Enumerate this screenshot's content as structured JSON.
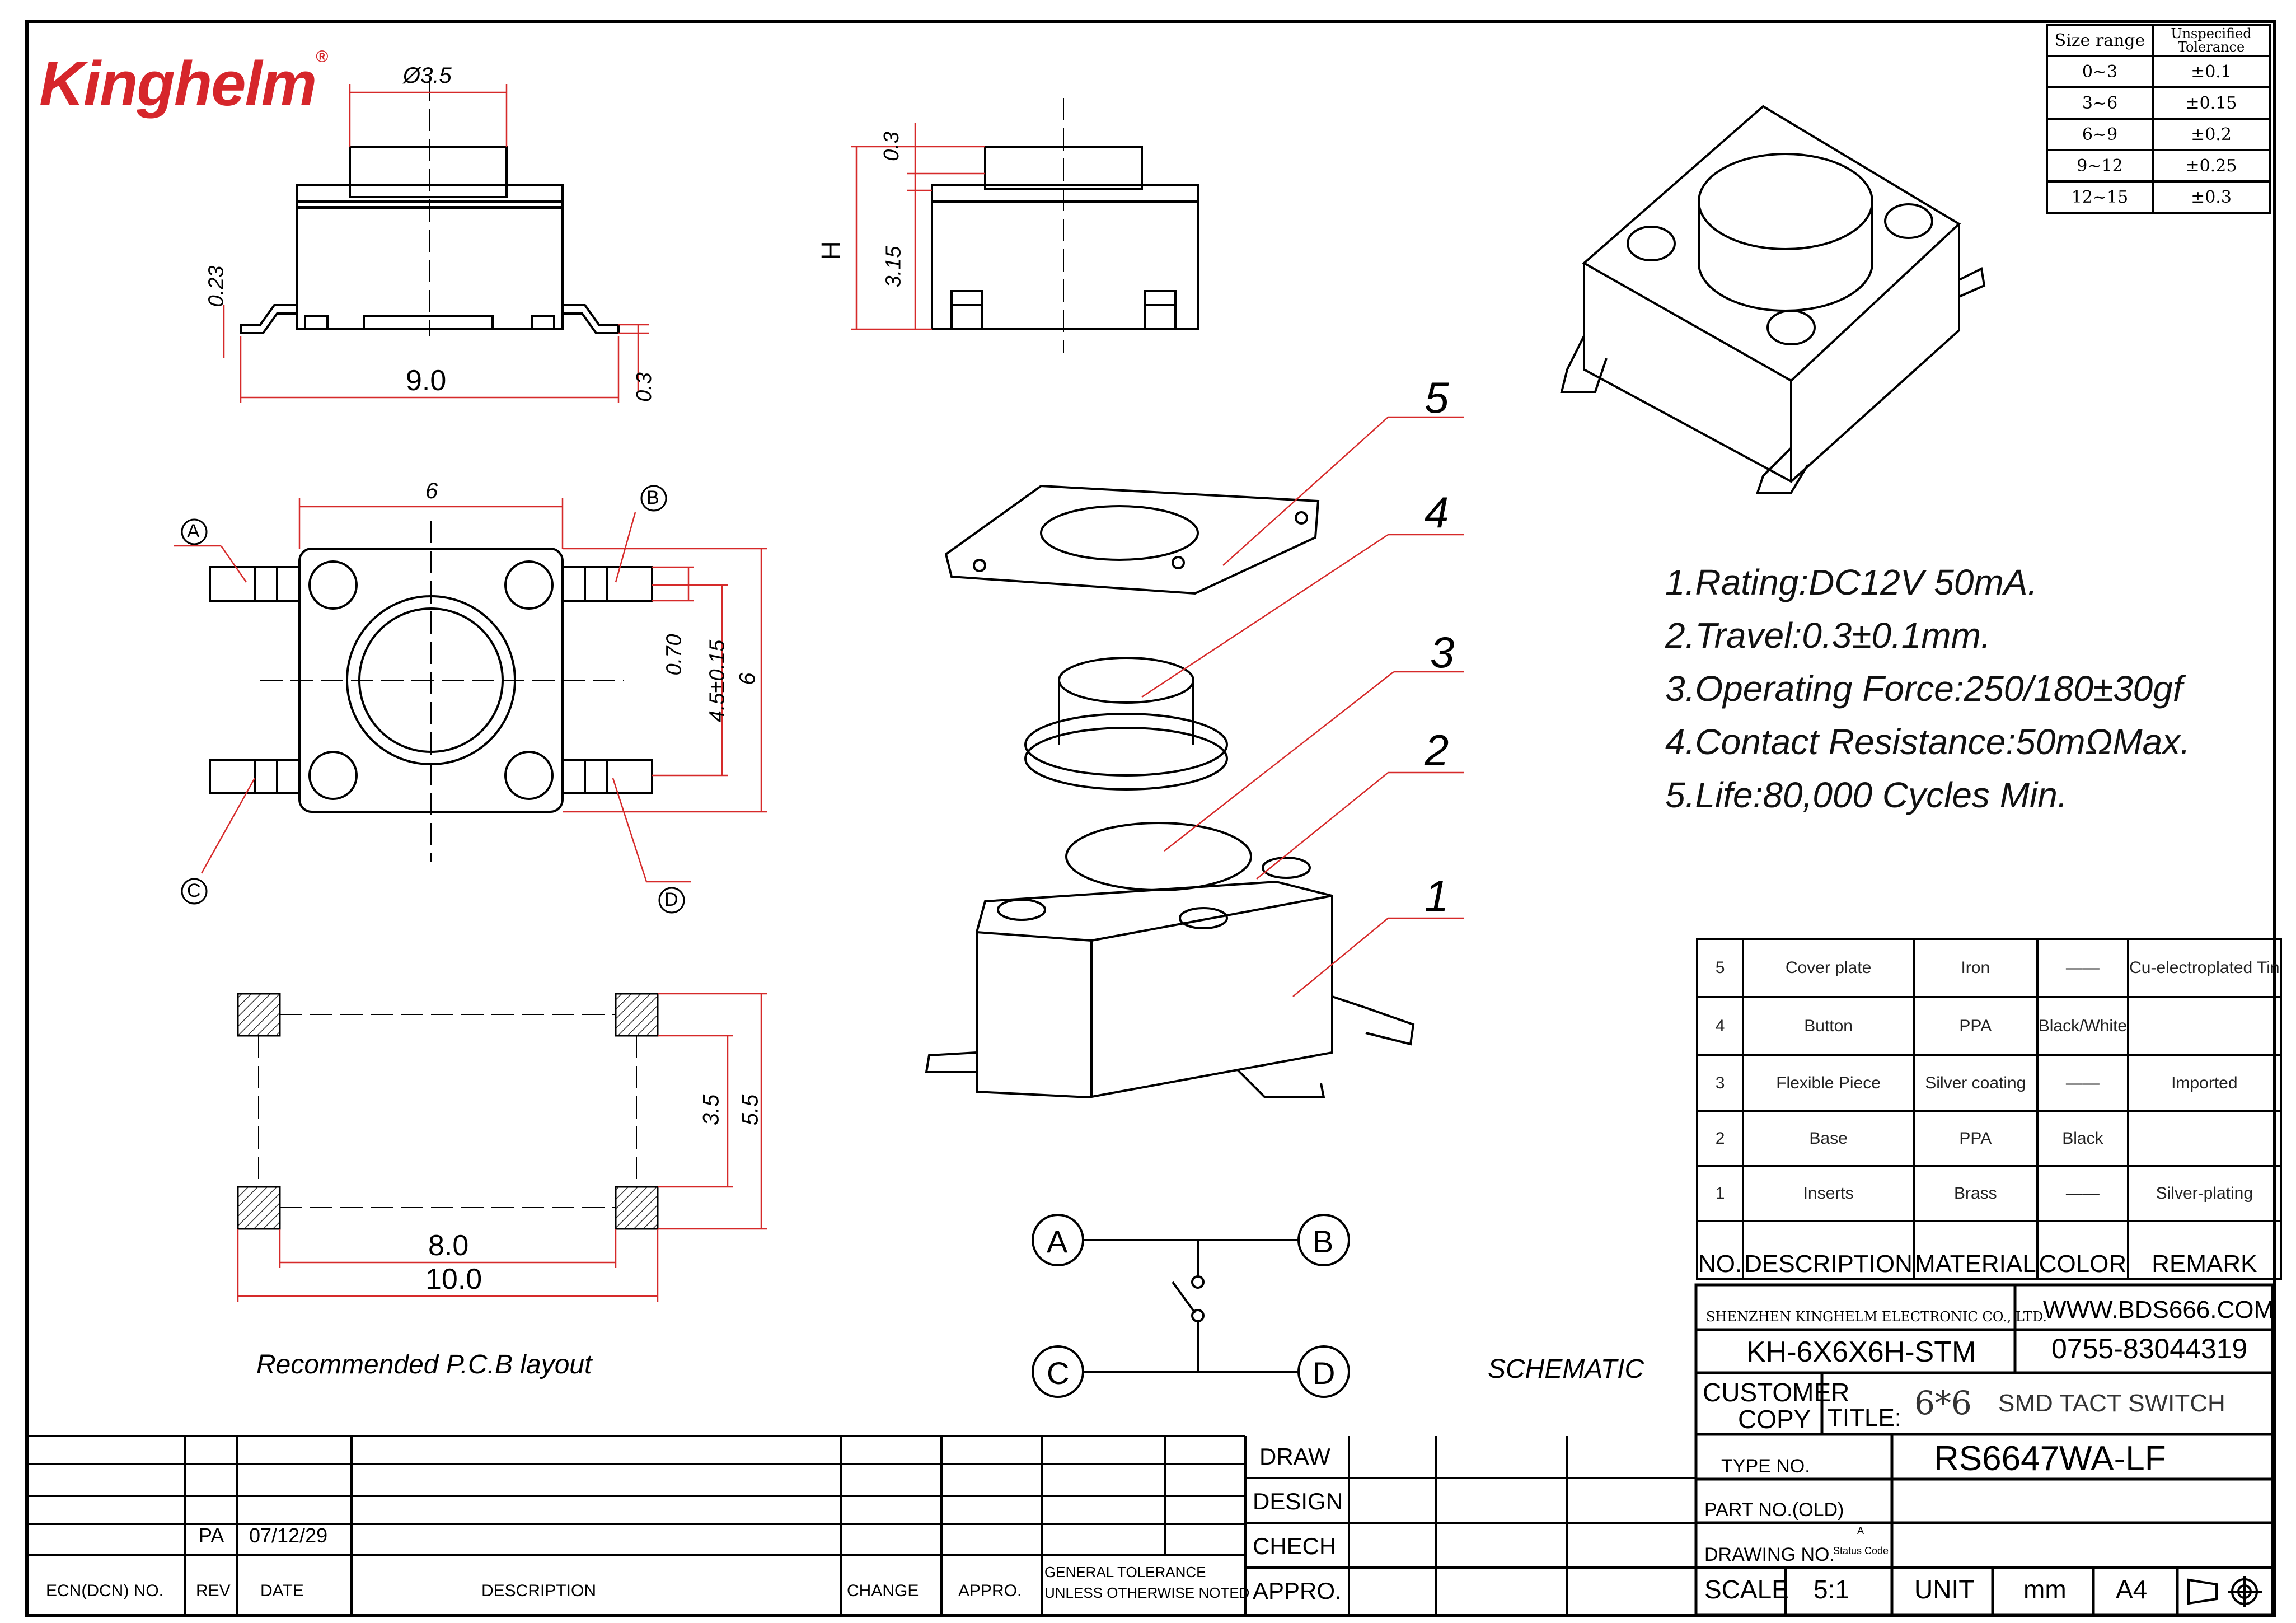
{
  "brand": {
    "logo": "Kinghelm",
    "registered": "®"
  },
  "dimensions": {
    "button_dia": "Ø3.5",
    "lead_t": "0.23",
    "width_9": "9.0",
    "lead_h": "0.3",
    "top_03": "0.3",
    "h_label": "H",
    "body_315": "3.15",
    "top_6": "6",
    "side_070": "0.70",
    "side_45": "4.5±0.15",
    "side_6": "6",
    "pcb_35": "3.5",
    "pcb_55": "5.5",
    "pcb_80": "8.0",
    "pcb_100": "10.0",
    "pin_a": "A",
    "pin_b": "B",
    "pin_c": "C",
    "pin_d": "D"
  },
  "captions": {
    "pcb": "Recommended P.C.B layout",
    "schematic": "SCHEMATIC"
  },
  "part_callouts": [
    "5",
    "4",
    "3",
    "2",
    "1"
  ],
  "specs": [
    "1.Rating:DC12V 50mA.",
    "2.Travel:0.3±0.1mm.",
    "3.Operating Force:250/180±30gf",
    "4.Contact Resistance:50mΩMax.",
    "5.Life:80,000 Cycles Min."
  ],
  "tolerance": {
    "headers": [
      "Size range",
      "Unspecified Tolerance"
    ],
    "rows": [
      [
        "0~3",
        "±0.1"
      ],
      [
        "3~6",
        "±0.15"
      ],
      [
        "6~9",
        "±0.2"
      ],
      [
        "9~12",
        "±0.25"
      ],
      [
        "12~15",
        "±0.3"
      ]
    ]
  },
  "bom": {
    "rows": [
      [
        "5",
        "Cover plate",
        "Iron",
        "——",
        "Cu-electroplated Tin"
      ],
      [
        "4",
        "Button",
        "PPA",
        "Black/White",
        ""
      ],
      [
        "3",
        "Flexible Piece",
        "Silver coating",
        "——",
        "Imported"
      ],
      [
        "2",
        "Base",
        "PPA",
        "Black",
        ""
      ],
      [
        "1",
        "Inserts",
        "Brass",
        "——",
        "Silver-plating"
      ]
    ],
    "headers": [
      "NO.",
      "DESCRIPTION",
      "MATERIAL",
      "COLOR",
      "REMARK"
    ]
  },
  "company": {
    "name": "SHENZHEN KINGHELM ELECTRONIC CO., LTD.",
    "website": "WWW.BDS666.COM",
    "model": "KH-6X6X6H-STM",
    "phone": "0755-83044319",
    "customer": "CUSTOMER",
    "copy": "COPY",
    "title_label": "TITLE:",
    "title_size": "6*6",
    "title_text": "SMD TACT SWITCH",
    "type_no_label": "TYPE NO.",
    "type_no": "RS6647WA-LF",
    "part_no_label": "PART NO.(OLD)",
    "drawing_no_label": "DRAWING NO.",
    "status_a": "A",
    "status_code": "Status Code",
    "scale_label": "SCALE",
    "scale": "5:1",
    "unit_label": "UNIT",
    "unit": "mm",
    "paper": "A4"
  },
  "revision": {
    "rev_value": "PA",
    "date_value": "07/12/29",
    "headers": [
      "ECN(DCN) NO.",
      "REV",
      "DATE",
      "DESCRIPTION",
      "CHANGE",
      "APPRO."
    ],
    "tolerance_note_1": "GENERAL TOLERANCE",
    "tolerance_note_2": "UNLESS OTHERWISE NOTED"
  },
  "signoff": [
    "DRAW",
    "DESIGN",
    "CHECH",
    "APPRO."
  ]
}
